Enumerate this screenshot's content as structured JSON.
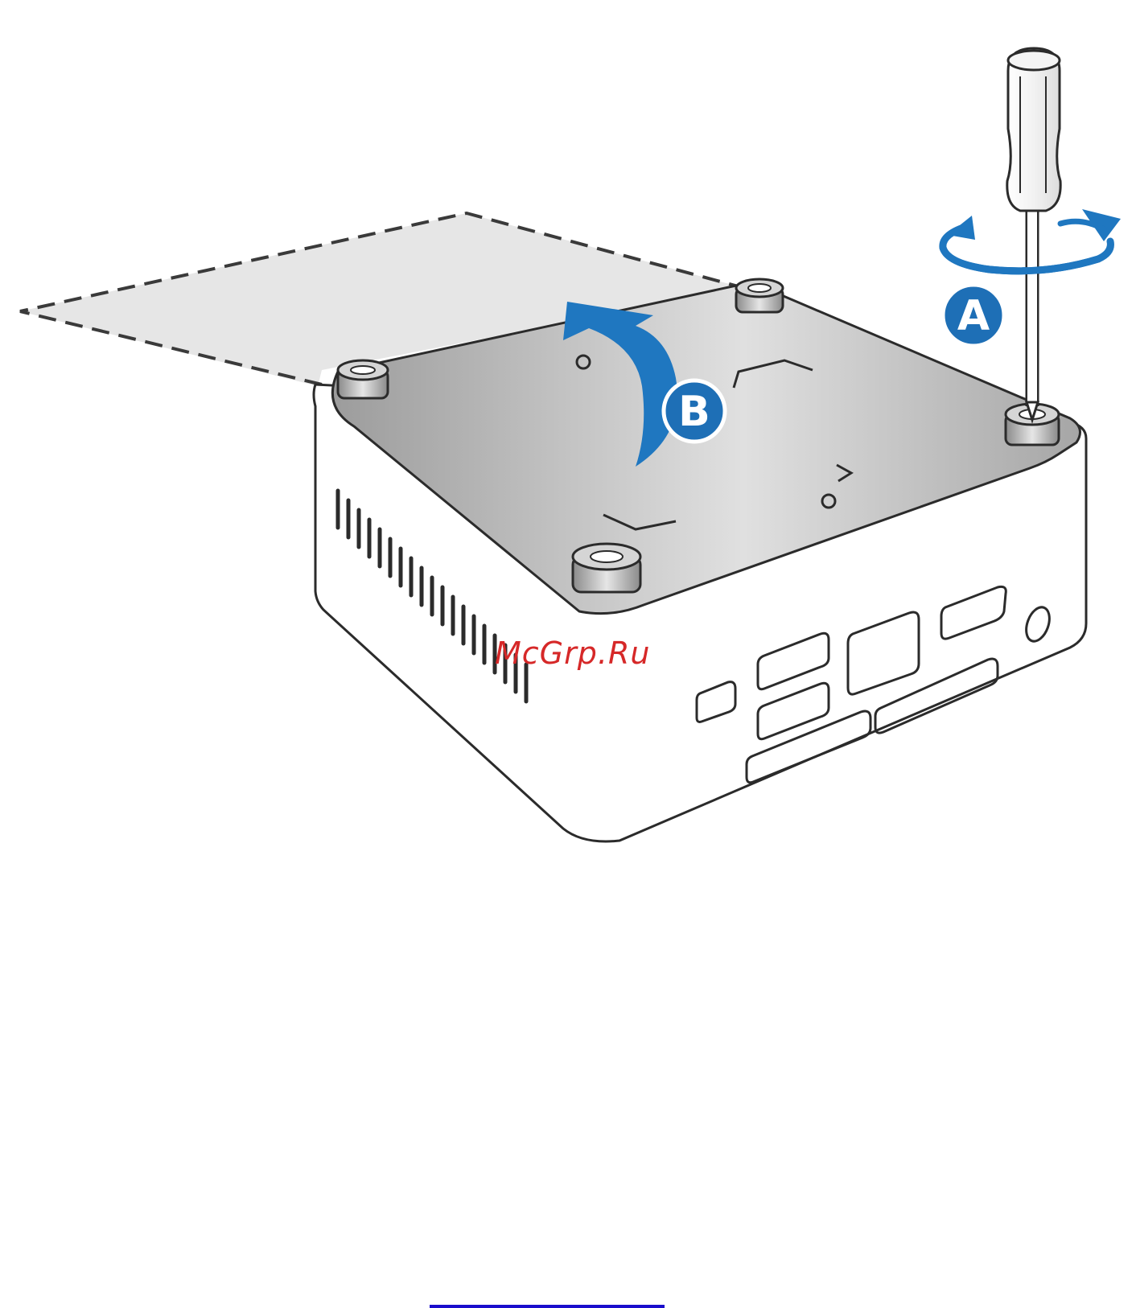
{
  "callouts": {
    "a_label": "A",
    "b_label": "B"
  },
  "watermark": {
    "text": "McGrp.Ru"
  },
  "colors": {
    "callout_blue": "#1e6fb6",
    "arrow_blue": "#1f77c0",
    "cover_gray": "#b9b9b9",
    "outline": "#2b2b2b",
    "watermark_red": "#d62828",
    "link_blue": "#1a0dcc"
  },
  "icons": [
    "screwdriver-icon",
    "rotate-arrow-icon",
    "lift-arrow-icon"
  ]
}
